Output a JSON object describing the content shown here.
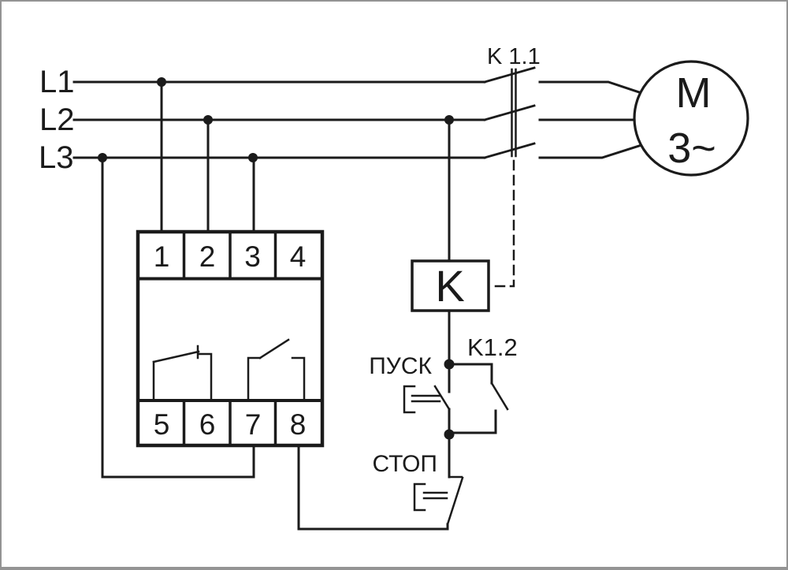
{
  "phases": {
    "l1": "L1",
    "l2": "L2",
    "l3": "L3"
  },
  "contactor": {
    "main_contacts_label": "K 1.1",
    "coil_letter": "K",
    "aux_contact_label": "K1.2"
  },
  "motor": {
    "symbol": "M",
    "type": "3~"
  },
  "buttons": {
    "start_label": "ПУСК",
    "stop_label": "СТОП"
  },
  "relay": {
    "top_terminals": [
      "1",
      "2",
      "3",
      "4"
    ],
    "bottom_terminals": [
      "5",
      "6",
      "7",
      "8"
    ]
  },
  "colors": {
    "line": "#1b1b1b",
    "background": "#ffffff",
    "frame": "#949494"
  }
}
